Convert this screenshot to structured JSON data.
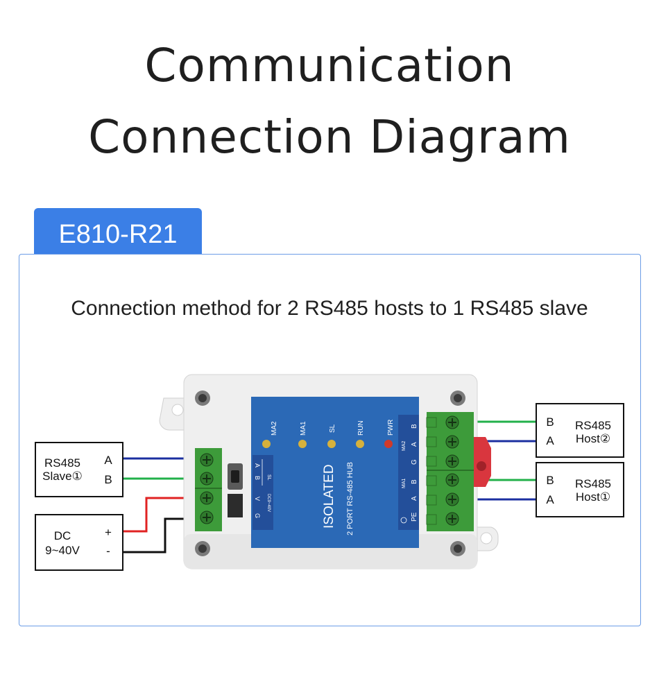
{
  "title": {
    "line1": "Communication",
    "line2": "Connection Diagram"
  },
  "model_tab": "E810-R21",
  "subtitle": "Connection method for 2 RS485 hosts to 1 RS485 slave",
  "colors": {
    "accent": "#3b7fe6",
    "module_blue": "#2b69b6",
    "terminal_green": "#3d9b3a",
    "wire_blue": "#1b2fa0",
    "wire_green": "#22b04a",
    "wire_red": "#e02222",
    "wire_black": "#111111"
  },
  "slave_box": {
    "line1": "RS485",
    "line2": "Slave①",
    "pin_a": "A",
    "pin_b": "B"
  },
  "power_box": {
    "line1": "DC",
    "line2": "9~40V",
    "plus": "+",
    "minus": "-"
  },
  "host2_box": {
    "line1": "RS485",
    "line2": "Host②",
    "pin_b": "B",
    "pin_a": "A"
  },
  "host1_box": {
    "line1": "RS485",
    "line2": "Host①",
    "pin_b": "B",
    "pin_a": "A"
  },
  "module": {
    "leds": [
      "MA2",
      "MA1",
      "SL",
      "RUN",
      "PWR"
    ],
    "brand": "ISOLATED",
    "model_text": "2 PORT RS-485 HUB",
    "left_labels": {
      "group": "SL",
      "a": "A",
      "b": "B",
      "power": "DC9~40V",
      "v": "V",
      "g": "G"
    },
    "right_labels": {
      "ma2": "MA2",
      "ma1": "MA1",
      "b2": "B",
      "a2": "A",
      "g": "G",
      "b1": "B",
      "a1": "A",
      "pe": "PE"
    }
  }
}
